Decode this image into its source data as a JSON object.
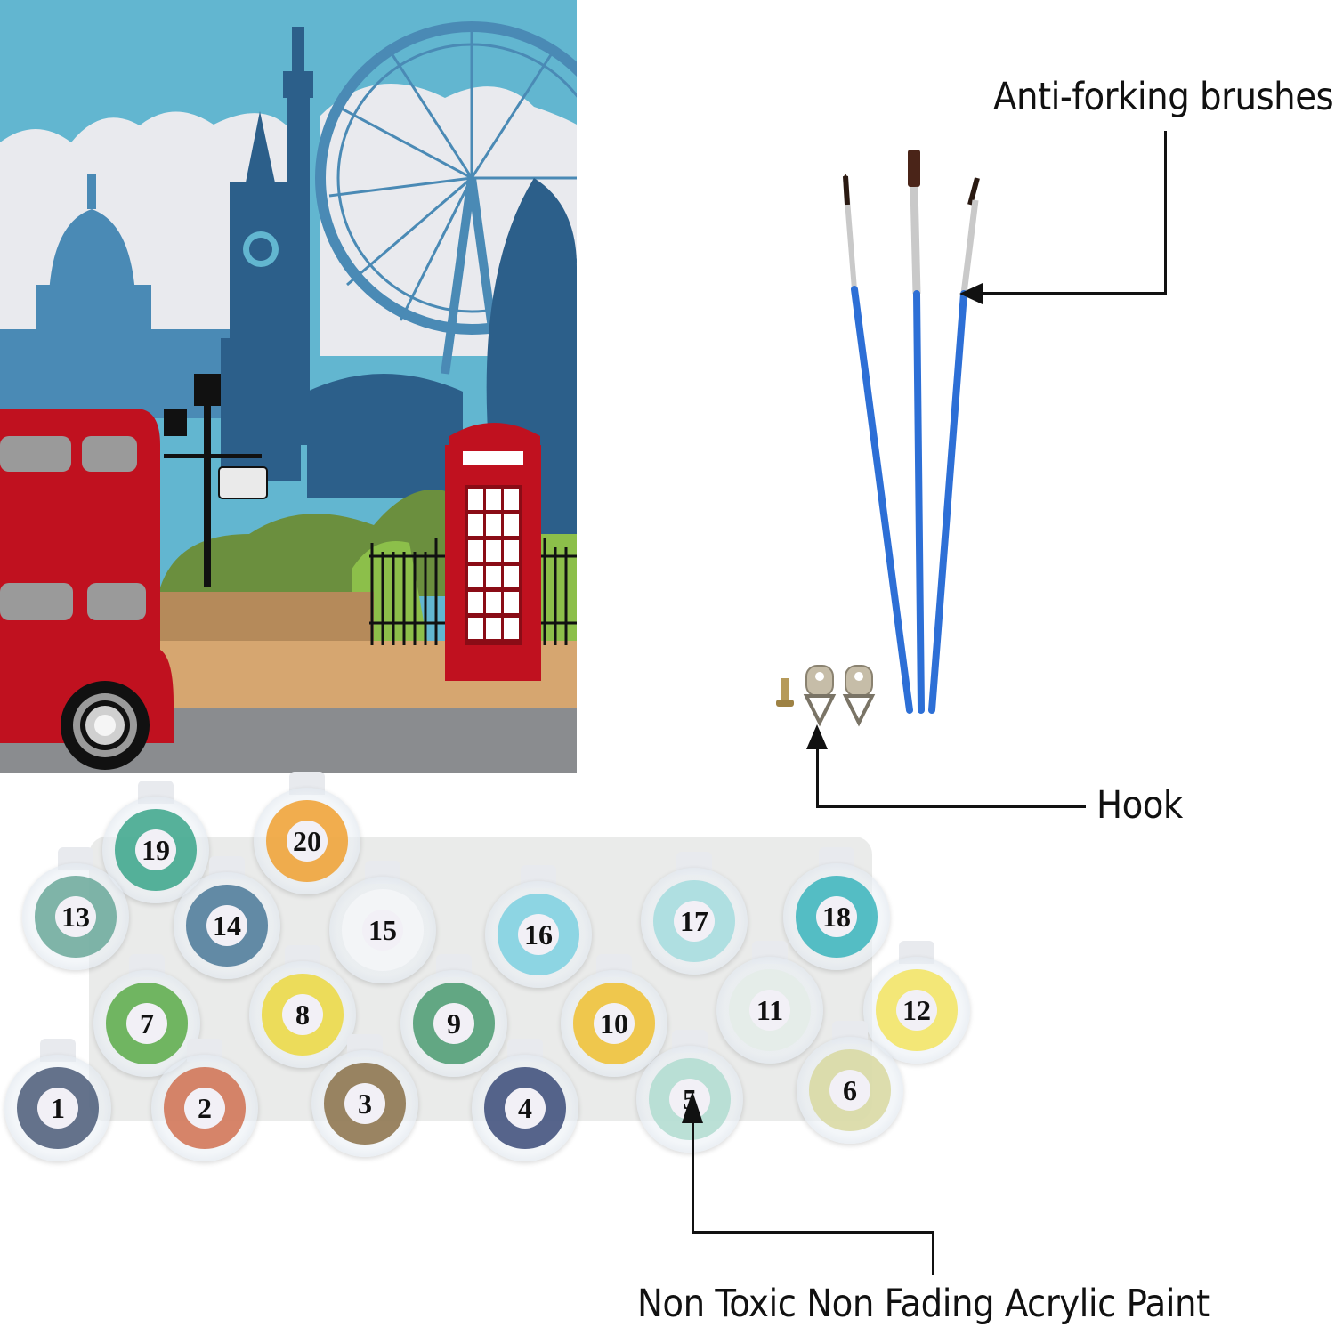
{
  "painting": {
    "name": "London skyline paint-by-number preview",
    "colors": {
      "sky": "#62b6d0",
      "cloud": "#e9eaee",
      "building_light": "#4a8ab5",
      "building_dark": "#2c5f8a",
      "bus_red": "#c0111f",
      "window_grey": "#9a9a9a",
      "grass": "#6b8f3e",
      "grass_light": "#8cbf4a",
      "wall": "#b58a5a",
      "pavement": "#d6a670",
      "road": "#8a8c8f"
    }
  },
  "annotations": {
    "brushes": "Anti-forking brushes",
    "hook": "Hook",
    "paint": "Non Toxic Non Fading Acrylic Paint"
  },
  "paint_pots": [
    {
      "number": "19",
      "color": "#3aa58a"
    },
    {
      "number": "20",
      "color": "#f0a030"
    },
    {
      "number": "13",
      "color": "#6aa89a"
    },
    {
      "number": "14",
      "color": "#4a7898"
    },
    {
      "number": "15",
      "color": "#f4f6f8"
    },
    {
      "number": "16",
      "color": "#7cd0e0"
    },
    {
      "number": "17",
      "color": "#a4dcde"
    },
    {
      "number": "18",
      "color": "#3ab4bc"
    },
    {
      "number": "7",
      "color": "#5aaa48"
    },
    {
      "number": "8",
      "color": "#ecd840"
    },
    {
      "number": "9",
      "color": "#4a9a70"
    },
    {
      "number": "10",
      "color": "#f0c030"
    },
    {
      "number": "11",
      "color": "#e4ece8"
    },
    {
      "number": "12",
      "color": "#f2e460"
    },
    {
      "number": "1",
      "color": "#4a5a78"
    },
    {
      "number": "2",
      "color": "#d07050"
    },
    {
      "number": "3",
      "color": "#8a7048"
    },
    {
      "number": "4",
      "color": "#3a4a78"
    },
    {
      "number": "5",
      "color": "#b0dcd0"
    },
    {
      "number": "6",
      "color": "#d8d8a0"
    }
  ]
}
